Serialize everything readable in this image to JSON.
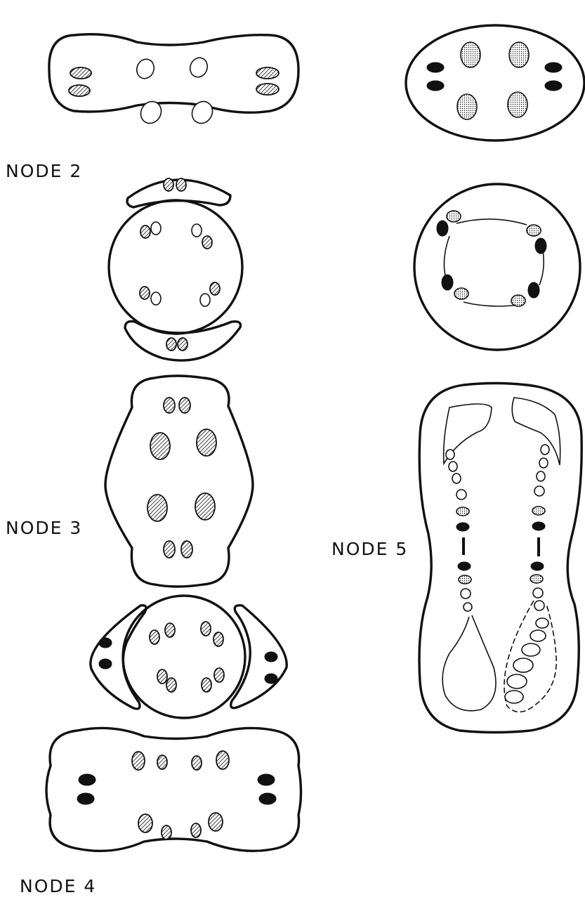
{
  "labels": {
    "node2": "NODE 2",
    "node3": "NODE 3",
    "node4": "NODE 4",
    "node5": "NODE 5"
  },
  "colors": {
    "ink": "#111111",
    "paper": "#ffffff"
  }
}
